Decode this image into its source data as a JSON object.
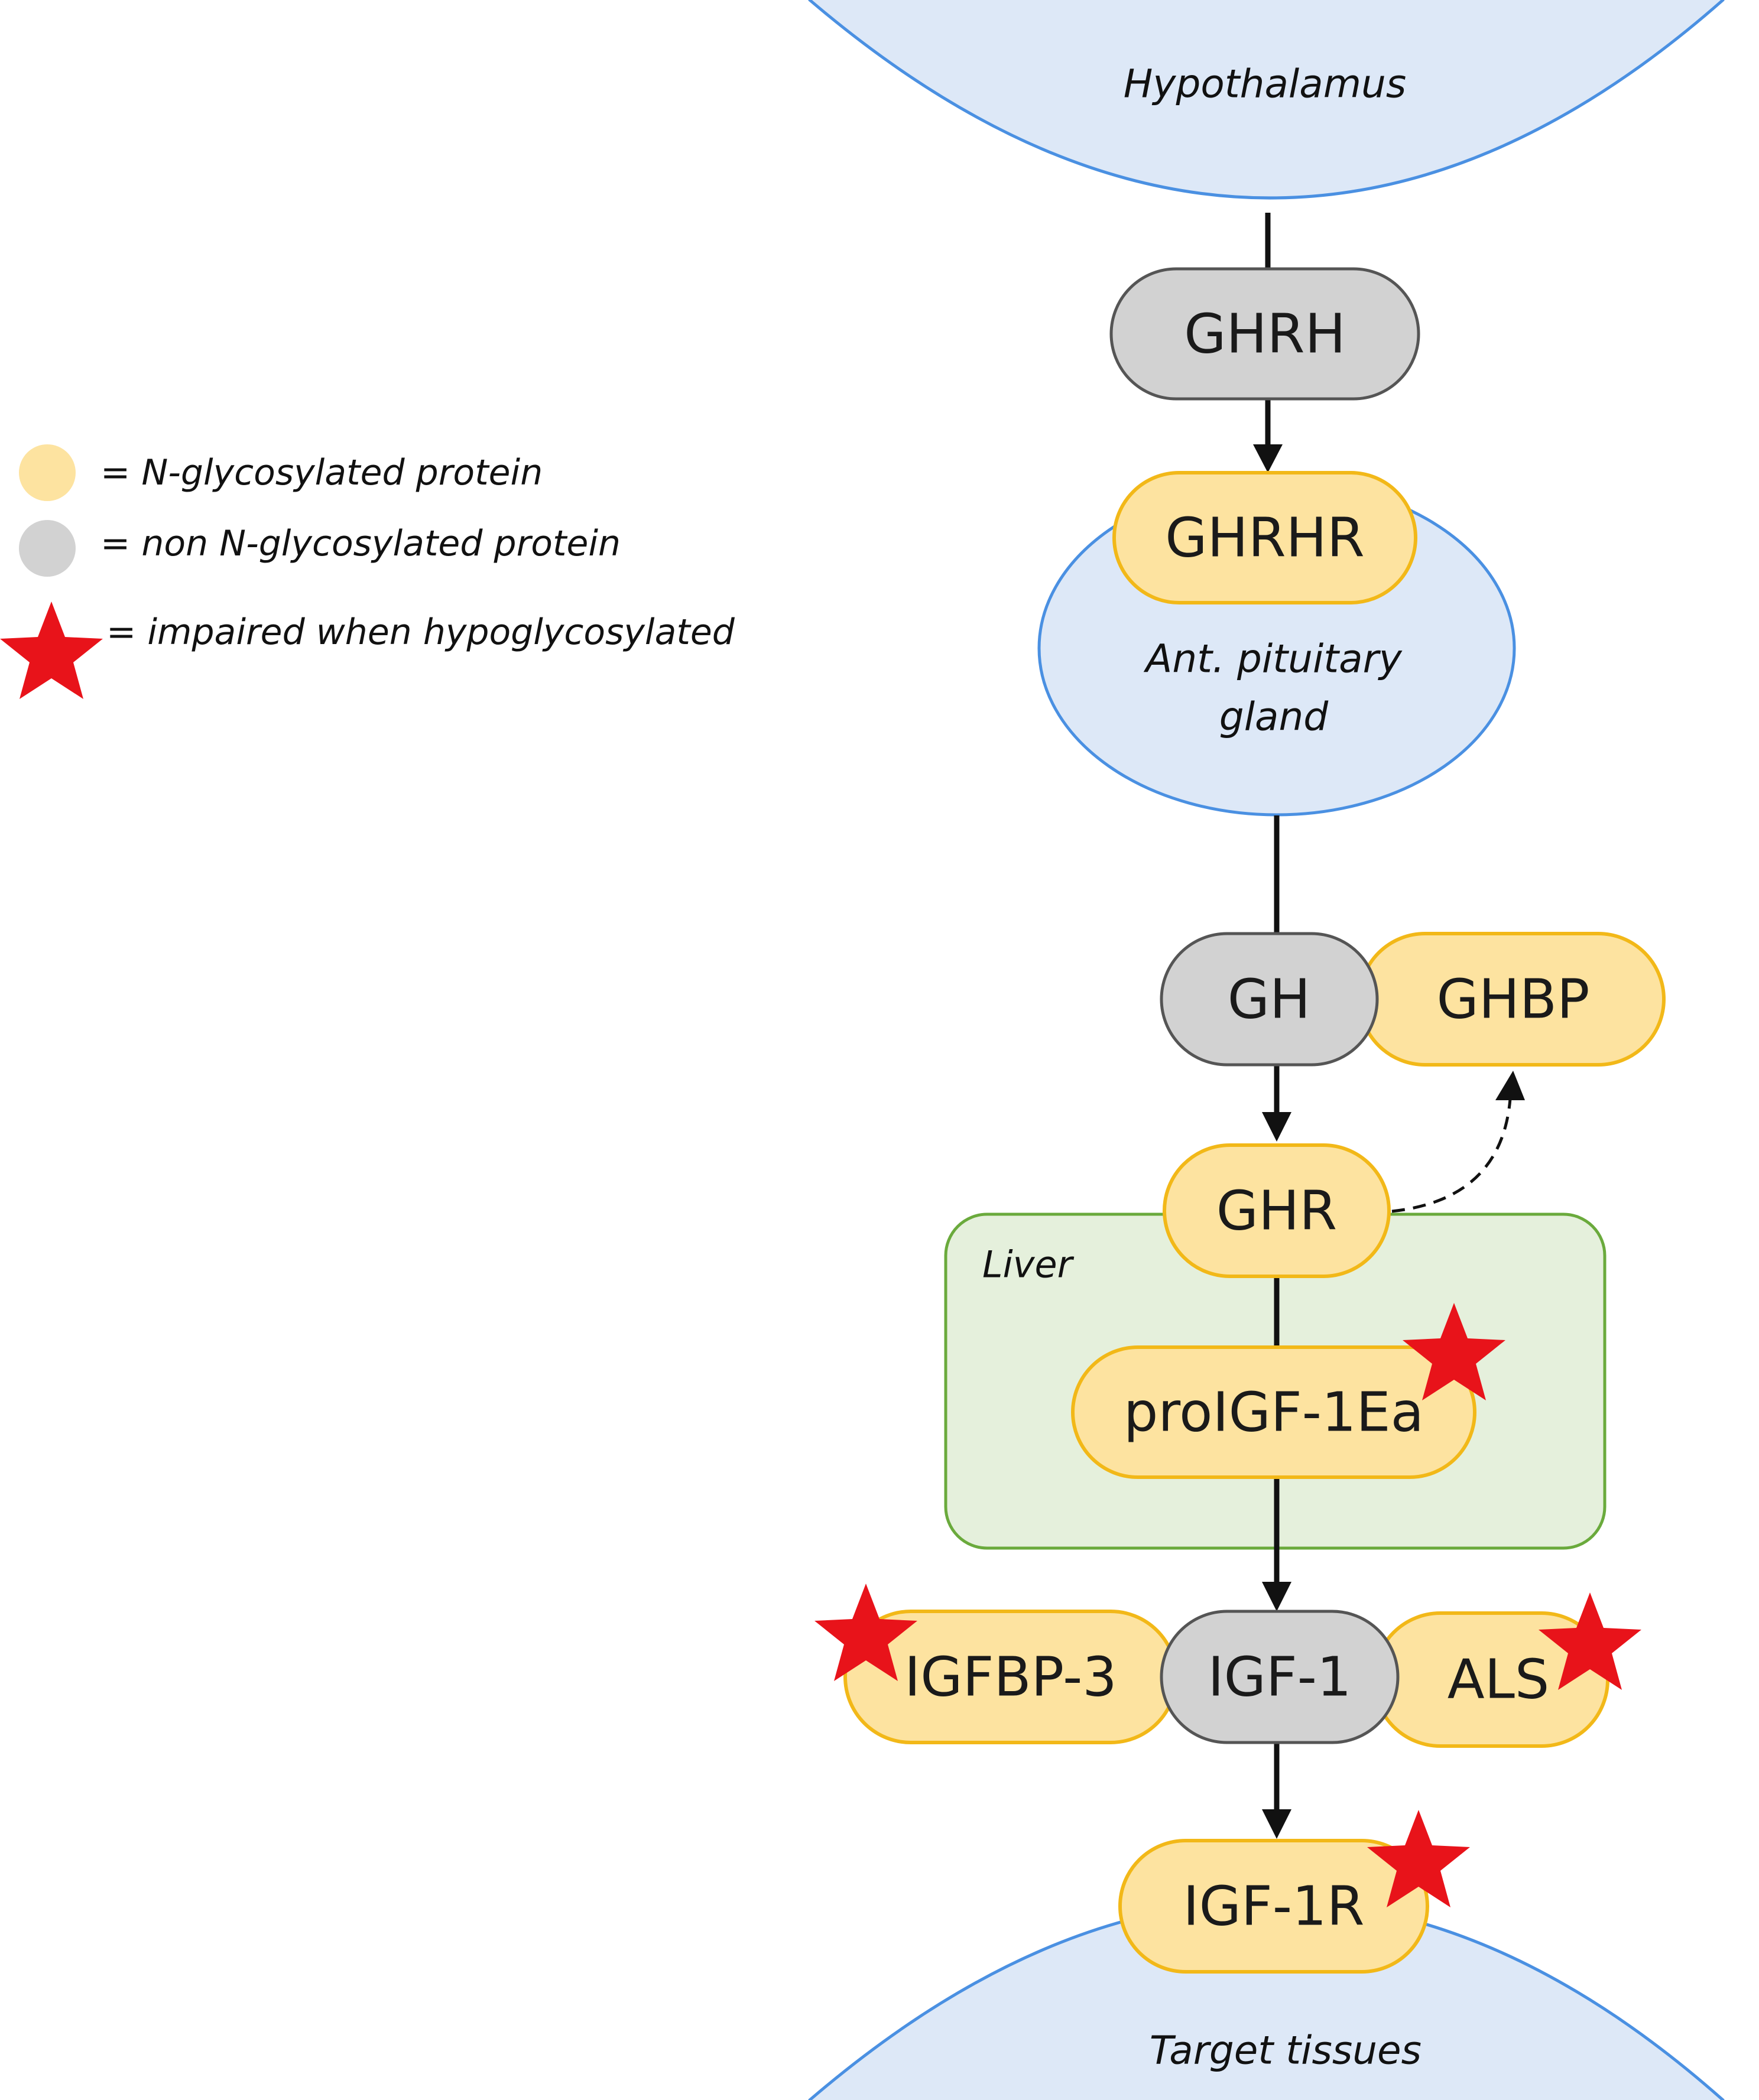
{
  "regions": {
    "hypothalamus": "Hypothalamus",
    "pituitary_line1": "Ant. pituitary",
    "pituitary_line2": "gland",
    "liver": "Liver",
    "target": "Target tissues"
  },
  "nodes": {
    "ghrh": "GHRH",
    "ghrhr": "GHRHR",
    "gh": "GH",
    "ghbp": "GHBP",
    "ghr": "GHR",
    "proigf": "proIGF-1Ea",
    "igfbp3": "IGFBP-3",
    "igf1": "IGF-1",
    "als": "ALS",
    "igf1r": "IGF-1R"
  },
  "legend": {
    "yellow": "= N-glycosylated protein",
    "grey": "= non N-glycosylated protein",
    "star": "= impaired when hypoglycosylated"
  },
  "colors": {
    "n_glycosylated_fill": "#fde3a0",
    "non_glycosylated_fill": "#d2d2d2",
    "impaired_star": "#e8131a",
    "region_fill": "#dde8f7",
    "liver_fill": "#e5f0dc"
  }
}
